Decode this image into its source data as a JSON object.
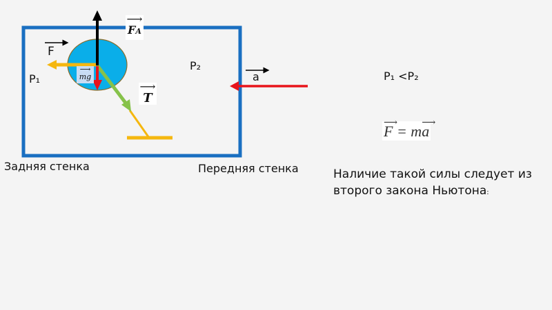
{
  "diagram": {
    "labels": {
      "force_f": "F",
      "force_fa": "F",
      "force_fa_sub": "A",
      "mg": "mg",
      "tension": "T",
      "accel": "a",
      "p1": "P₁",
      "p2": "P₂",
      "back_wall": "Задняя стенка",
      "front_wall": "Передняя стенка"
    },
    "vector_arrow": "⟶",
    "colors": {
      "box": "#1a6fc1",
      "ball": "#0aaee9",
      "ball_border": "#8a6d2a",
      "force_f": "#f5b70f",
      "buoyancy": "#000000",
      "gravity": "#e8141b",
      "tension": "#86c24a",
      "string": "#f5b70f",
      "accel_arrow": "#e8141b"
    }
  },
  "side": {
    "comparison": "P₁ <P₂",
    "formula": "F = ma",
    "formula_left": "F",
    "formula_eq": " = m",
    "formula_right": "a",
    "note_line1": "Наличие такой силы следует из",
    "note_line2": "второго закона Ньютона",
    "note_colon": ":"
  }
}
